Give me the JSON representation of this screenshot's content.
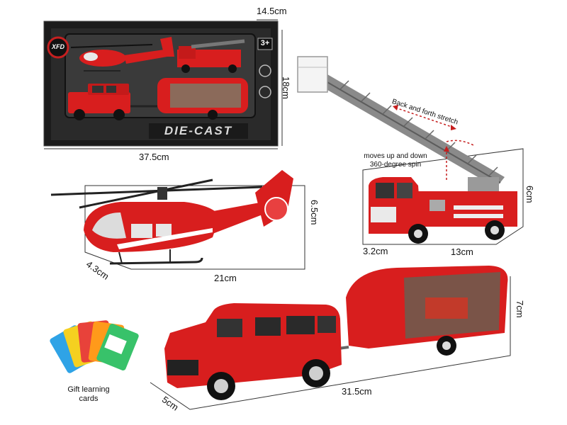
{
  "package": {
    "brand": "XFD",
    "age_badge": "3+",
    "title": "DIE-CAST",
    "dims": {
      "depth": "14.5cm",
      "height": "18cm",
      "width": "37.5cm"
    }
  },
  "helicopter": {
    "dims": {
      "height": "6.5cm",
      "depth": "4.3cm",
      "length": "21cm"
    }
  },
  "fire_truck": {
    "feature_stretch": "Back and forth stretch",
    "feature_lift": "moves up and down",
    "feature_spin": "360-degree spin",
    "dims": {
      "height": "6cm",
      "depth": "3.2cm",
      "length": "13cm"
    }
  },
  "suv_trailer": {
    "dims": {
      "height": "7cm",
      "depth": "5cm",
      "length": "31.5cm"
    }
  },
  "cards": {
    "caption_line1": "Gift learning",
    "caption_line2": "cards"
  },
  "colors": {
    "toy_red": "#d81e1e",
    "box_dark": "#1c1c1c",
    "ladder_grey": "#8a8a8a",
    "dim_line": "#333333"
  }
}
